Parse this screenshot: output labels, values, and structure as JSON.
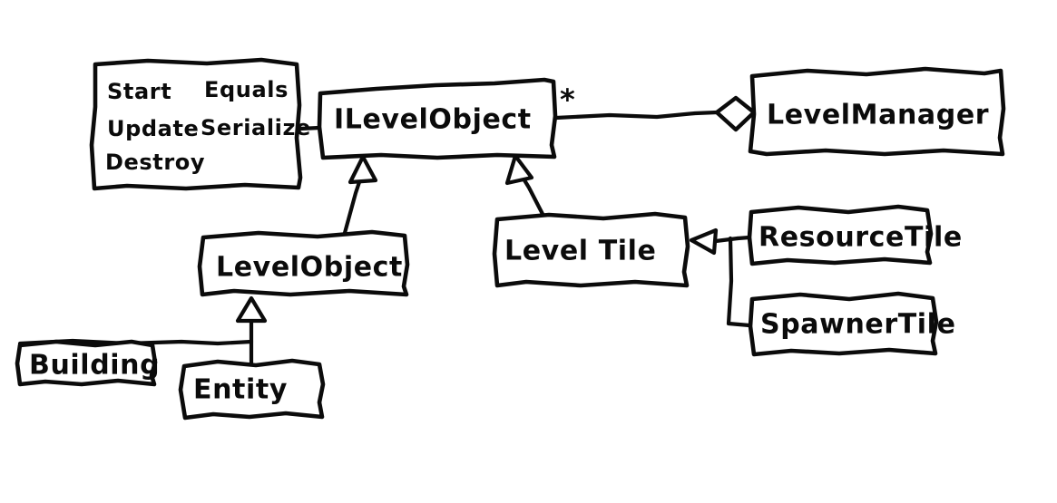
{
  "diagram": {
    "title": "UML Class Diagram",
    "style": "hand-drawn whiteboard sketch",
    "stroke_color": "#0b0b0b",
    "background_color": "#ffffff",
    "multiplicity_marker": "*"
  },
  "nodes": {
    "methods_box": {
      "kind": "note",
      "methods_column_left": [
        "Start",
        "Update",
        "Destroy"
      ],
      "methods_column_right": [
        "Equals",
        "Serialize"
      ],
      "m0": "Start",
      "m1": "Update",
      "m2": "Destroy",
      "m3": "Equals",
      "m4": "Serialize"
    },
    "ilevelobject": {
      "kind": "interface",
      "label": "ILevelObject"
    },
    "levelmanager": {
      "kind": "class",
      "label": "LevelManager"
    },
    "levelobject": {
      "kind": "class",
      "label": "LevelObject"
    },
    "leveltile": {
      "kind": "class",
      "label": "Level Tile"
    },
    "resourcetile": {
      "kind": "class",
      "label": "ResourceTile"
    },
    "spawnertile": {
      "kind": "class",
      "label": "SpawnerTile"
    },
    "building": {
      "kind": "class",
      "label": "Building"
    },
    "entity": {
      "kind": "class",
      "label": "Entity"
    }
  },
  "edges": [
    {
      "from": "methods_box",
      "to": "ilevelobject",
      "type": "note-link"
    },
    {
      "from": "ilevelobject",
      "to": "levelmanager",
      "type": "aggregation",
      "multiplicity": "*"
    },
    {
      "from": "levelobject",
      "to": "ilevelobject",
      "type": "generalization"
    },
    {
      "from": "leveltile",
      "to": "ilevelobject",
      "type": "generalization"
    },
    {
      "from": "entity",
      "to": "levelobject",
      "type": "generalization"
    },
    {
      "from": "building",
      "to": "levelobject",
      "type": "generalization"
    },
    {
      "from": "resourcetile",
      "to": "leveltile",
      "type": "generalization"
    },
    {
      "from": "spawnertile",
      "to": "leveltile",
      "type": "generalization"
    }
  ]
}
